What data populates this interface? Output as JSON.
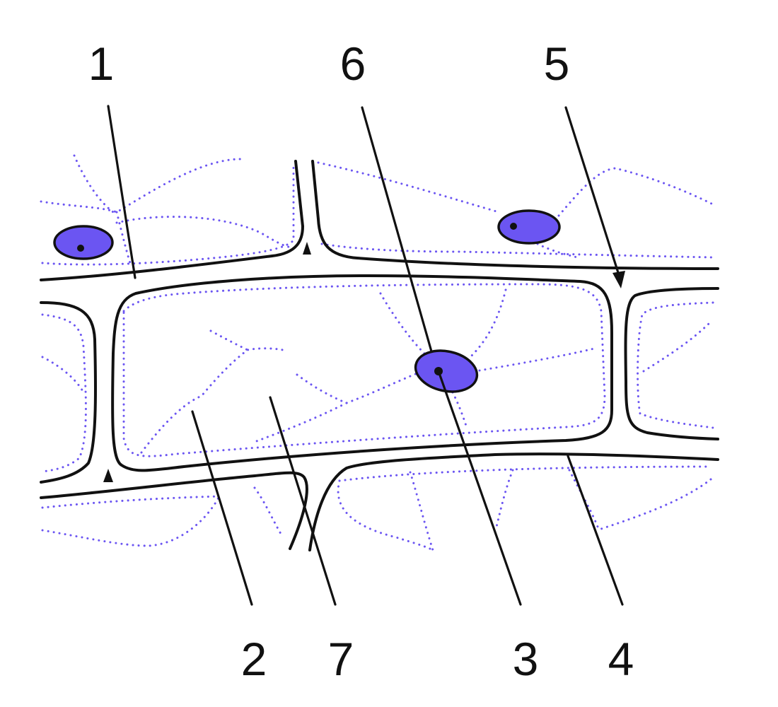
{
  "diagram": {
    "labels": {
      "l1": "1",
      "l2": "2",
      "l3": "3",
      "l4": "4",
      "l5": "5",
      "l6": "6",
      "l7": "7"
    },
    "colors": {
      "nucleus_fill": "#6b55f2",
      "cytoplasm_strands": "#6b55f2",
      "wall_line": "#111111"
    }
  }
}
